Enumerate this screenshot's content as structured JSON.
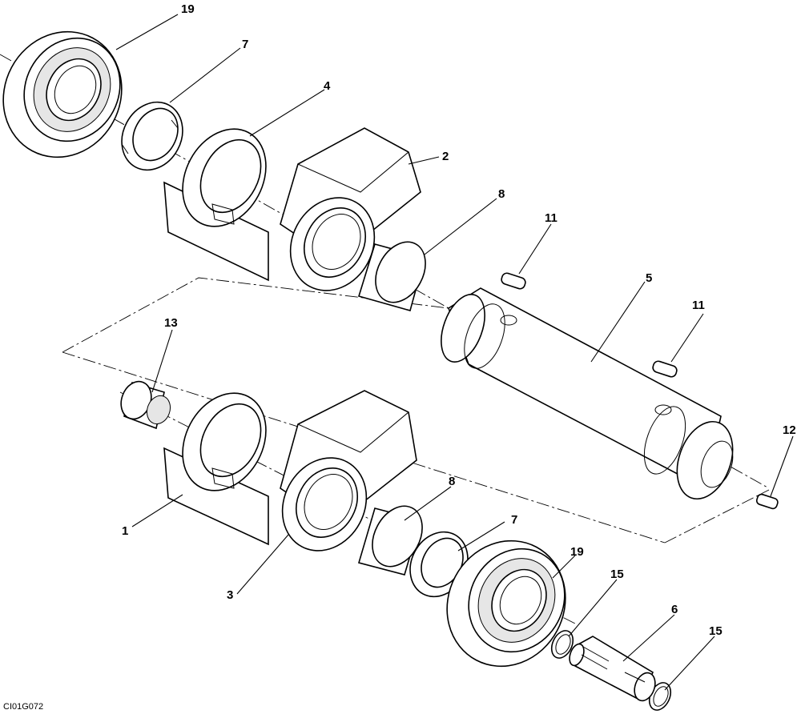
{
  "figure_id": "CI01G072",
  "callouts": {
    "bearing_top": "19",
    "bushing_top": "7",
    "arm_top_left": "4",
    "arm_top_right": "2",
    "sleeve_top": "8",
    "key_top": "11",
    "shaft": "5",
    "key_mid": "11",
    "needle_bearing": "13",
    "key_right": "12",
    "arm_bottom_left": "1",
    "sleeve_bottom": "8",
    "bushing_bottom": "7",
    "bearing_bottom": "19",
    "arm_bottom_right": "3",
    "snap_ring_left": "15",
    "splined_shaft": "6",
    "snap_ring_right": "15"
  }
}
